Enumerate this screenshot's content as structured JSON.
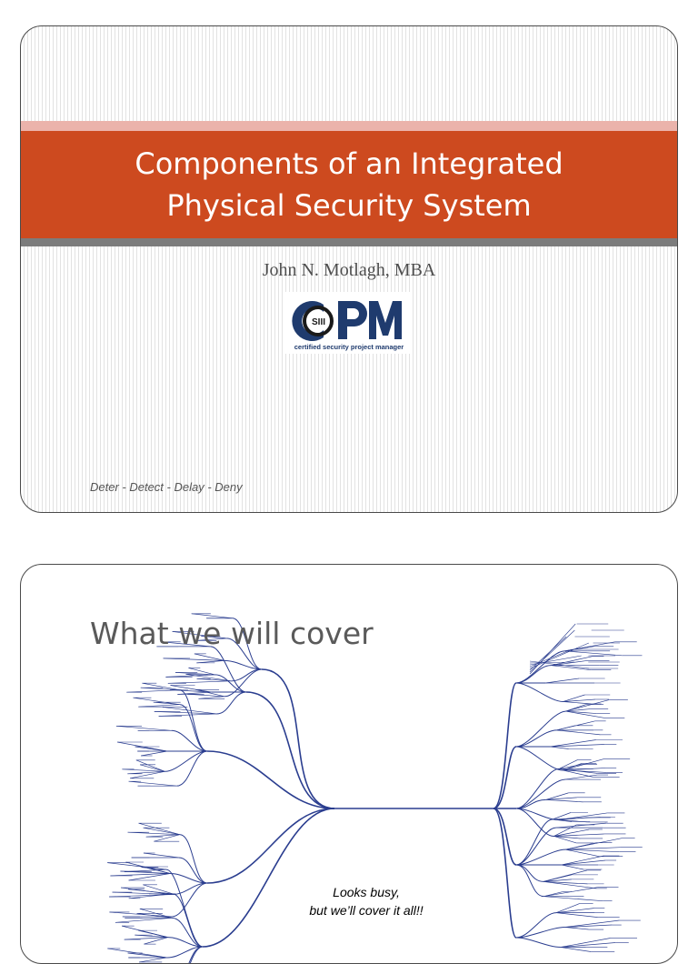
{
  "slide1": {
    "title": "Components of an Integrated\nPhysical Security System",
    "author": "John N. Motlagh, MBA",
    "logo": {
      "wordmark": "CSPM",
      "tagline": "certified security project manager",
      "emblem_text": "SIII"
    },
    "tagline": "Deter - Detect - Delay - Deny",
    "colors": {
      "title_band": "#cd4a1f",
      "accent_band": "#ebb3ab",
      "divider_band": "#7c7c7c"
    }
  },
  "slide2": {
    "title": "What we will cover",
    "caption_line1": "Looks busy,",
    "caption_line2": "but we’ll cover it all!!",
    "diagram": "mind-map",
    "diagram_color": "#2a3d8f"
  }
}
